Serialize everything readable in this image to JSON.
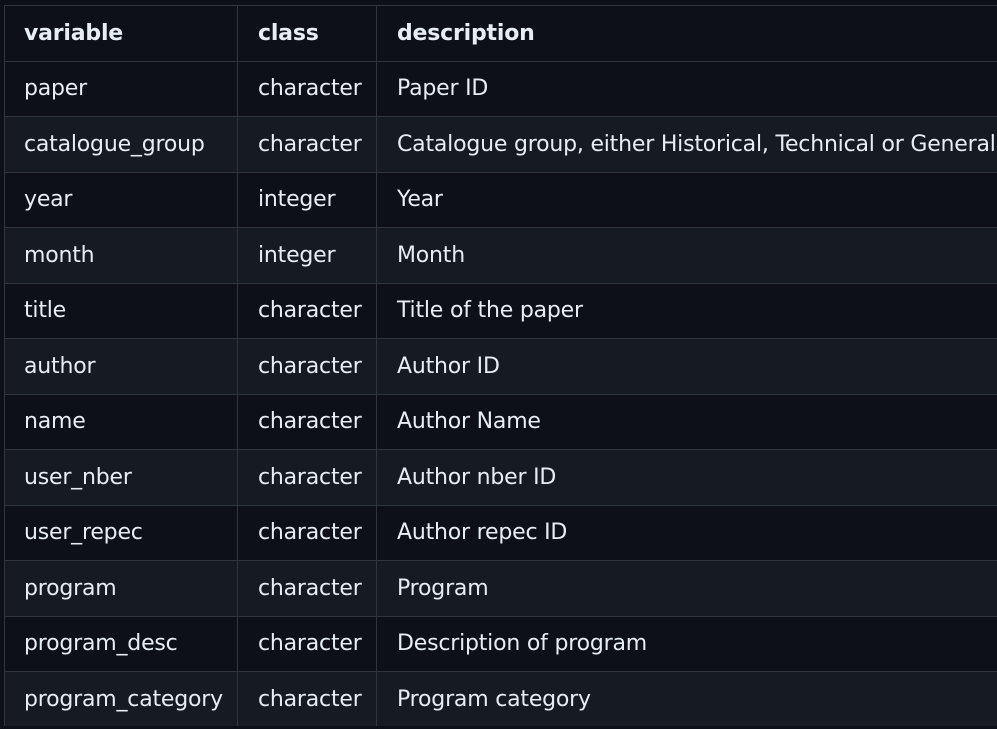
{
  "table": {
    "headers": [
      "variable",
      "class",
      "description"
    ],
    "rows": [
      [
        "paper",
        "character",
        "Paper ID"
      ],
      [
        "catalogue_group",
        "character",
        "Catalogue group, either Historical, Technical or General"
      ],
      [
        "year",
        "integer",
        "Year"
      ],
      [
        "month",
        "integer",
        "Month"
      ],
      [
        "title",
        "character",
        "Title of the paper"
      ],
      [
        "author",
        "character",
        "Author ID"
      ],
      [
        "name",
        "character",
        "Author Name"
      ],
      [
        "user_nber",
        "character",
        "Author nber ID"
      ],
      [
        "user_repec",
        "character",
        "Author repec ID"
      ],
      [
        "program",
        "character",
        "Program"
      ],
      [
        "program_desc",
        "character",
        "Description of program"
      ],
      [
        "program_category",
        "character",
        "Program category"
      ]
    ]
  },
  "colors": {
    "background": "#0d1117",
    "row_alt": "#161b22",
    "border": "#30363d",
    "text": "#e6edf3"
  }
}
